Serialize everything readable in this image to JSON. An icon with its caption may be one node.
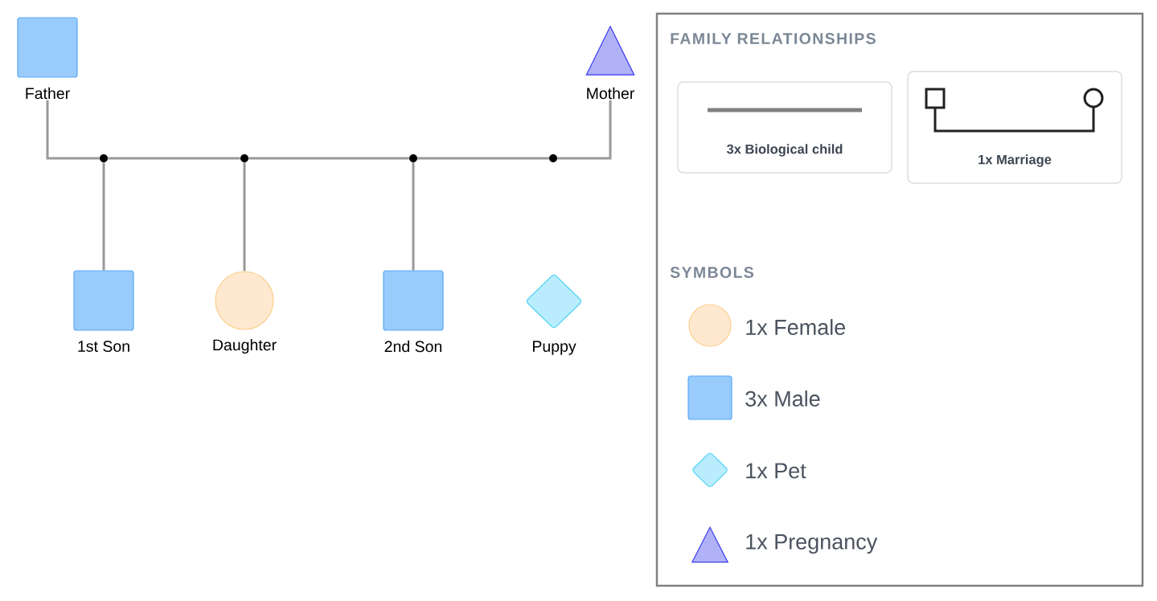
{
  "diagram": {
    "nodes": [
      {
        "text": [
          "Father"
        ]
      },
      {
        "text": [
          "Mother"
        ]
      },
      {
        "text": [],
        "shape": "circle"
      },
      {
        "text": [],
        "shape": "circle"
      },
      {
        "text": [],
        "shape": "circle"
      },
      {
        "text": [],
        "shape": "circle"
      },
      {
        "text": [
          "1st Son"
        ]
      },
      {
        "text": [
          "Daughter"
        ]
      },
      {
        "text": [
          "2nd Son"
        ]
      },
      {
        "text": [
          "Puppy"
        ]
      }
    ],
    "edges": [
      {
        "from": 0,
        "to": 2,
        "arrow": "none"
      },
      {
        "from": 2,
        "to": 3,
        "arrow": "none"
      },
      {
        "from": 3,
        "to": 4,
        "arrow": "none"
      },
      {
        "from": 4,
        "to": 5,
        "arrow": "none"
      },
      {
        "from": 5,
        "to": 1,
        "arrow": "none"
      },
      {
        "from": 2,
        "to": 6,
        "arrow": "none"
      },
      {
        "from": 3,
        "to": 7,
        "arrow": "none"
      },
      {
        "from": 4,
        "to": 8,
        "arrow": "none"
      }
    ],
    "labels": [
      "FAMILY RELATIONSHIPS",
      "SYMBOLS"
    ],
    "legend": [
      {
        "text": "3x Biological child"
      },
      {
        "text": "1x Marriage"
      },
      {
        "text": "1x Female",
        "color": "#fee8cf"
      },
      {
        "text": "3x Male",
        "color": "#99cbfd"
      },
      {
        "text": "1x Pet",
        "color": "#b9edfd"
      },
      {
        "text": "1x Pregnancy",
        "color": "#b1b1f7"
      }
    ]
  }
}
